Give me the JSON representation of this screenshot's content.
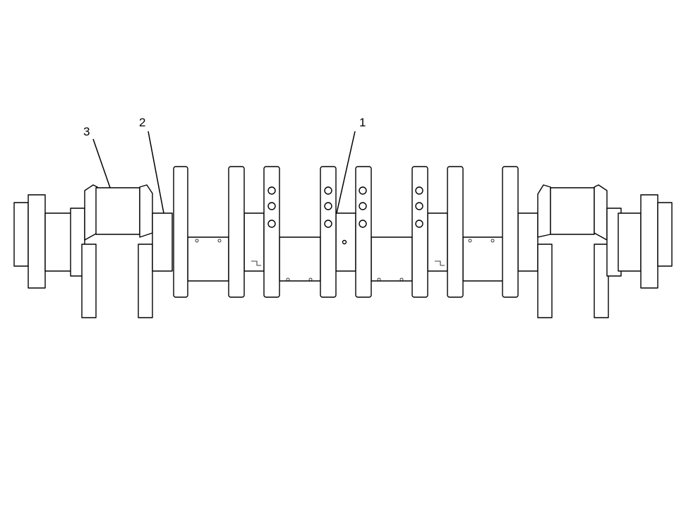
{
  "diagram": {
    "callouts": [
      {
        "label": "1"
      },
      {
        "label": "2"
      },
      {
        "label": "3"
      }
    ]
  }
}
